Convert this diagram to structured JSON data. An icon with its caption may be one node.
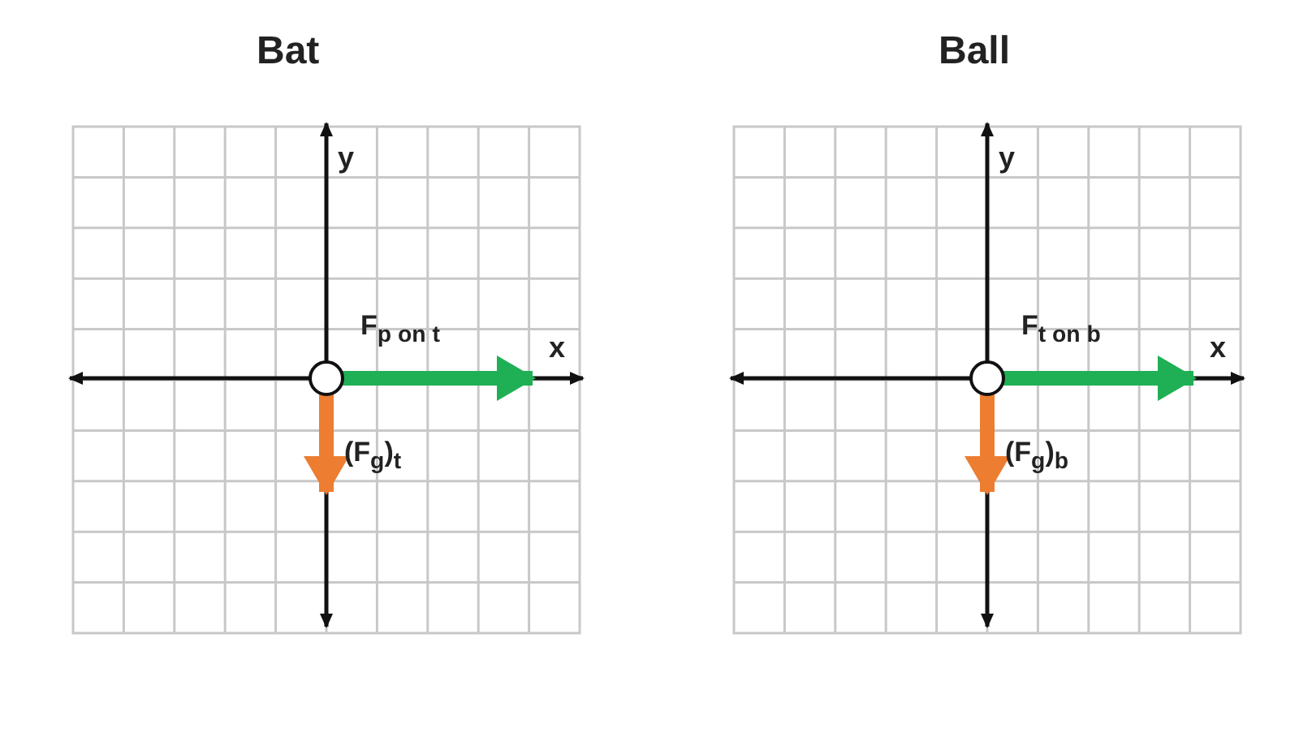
{
  "diagram": {
    "labels": [
      "Bat",
      "Ball",
      "y",
      "x",
      "F$_{p on t}$",
      "(F$_{g}$)$_{t}$",
      "y",
      "x",
      "F$_{t on b}$",
      "(F$_{g}$)$_{b}$"
    ]
  }
}
